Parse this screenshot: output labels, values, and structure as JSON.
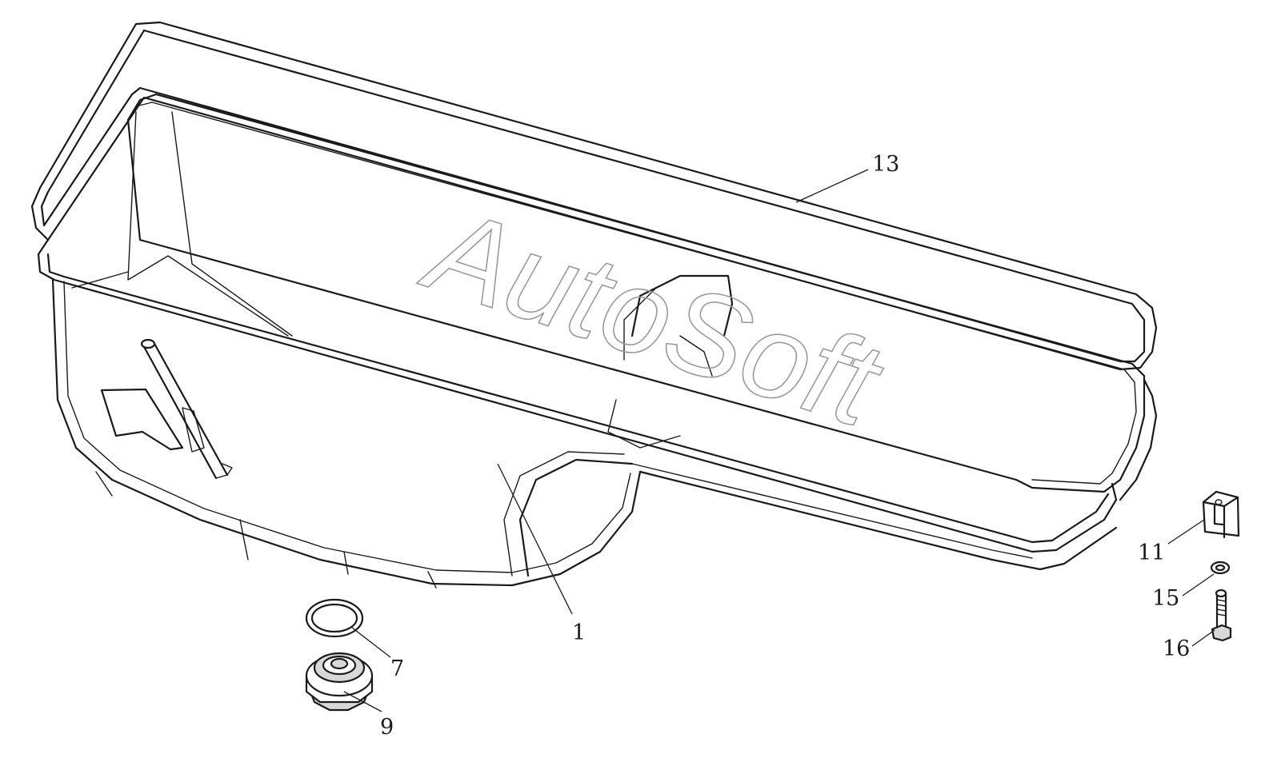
{
  "watermark": {
    "text": "AutoSoft"
  },
  "callouts": [
    {
      "id": "13",
      "label": "13",
      "part": "oil-pan-gasket"
    },
    {
      "id": "1",
      "label": "1",
      "part": "oil-pan"
    },
    {
      "id": "7",
      "label": "7",
      "part": "drain-plug-seal-ring"
    },
    {
      "id": "9",
      "label": "9",
      "part": "drain-plug"
    },
    {
      "id": "11",
      "label": "11",
      "part": "mounting-clip"
    },
    {
      "id": "15",
      "label": "15",
      "part": "washer"
    },
    {
      "id": "16",
      "label": "16",
      "part": "bolt"
    }
  ],
  "colors": {
    "line": "#1a1a1a",
    "watermark": "#9a9a9a",
    "background": "#ffffff"
  }
}
